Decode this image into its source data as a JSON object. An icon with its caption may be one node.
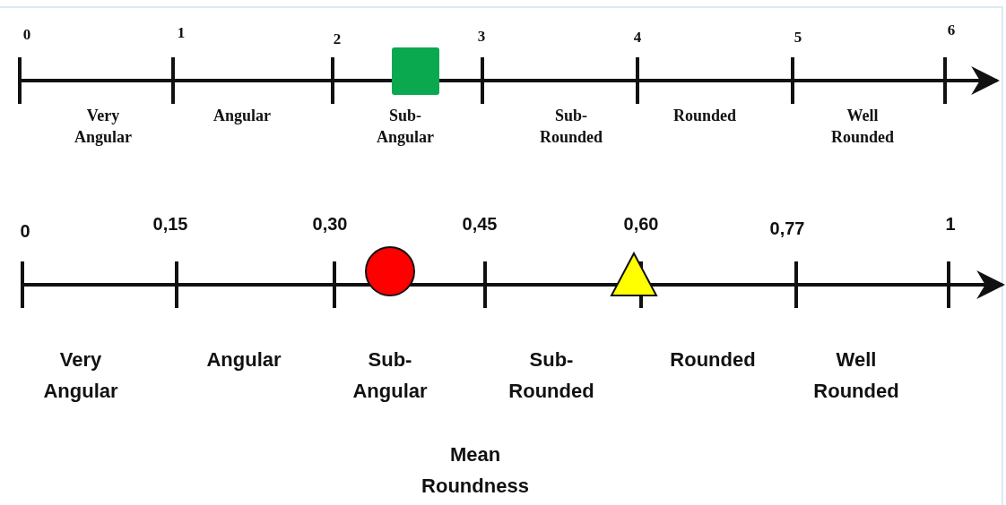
{
  "diagram": {
    "labels": [
      "0",
      "1",
      "2",
      "3",
      "4",
      "5",
      "6",
      "Very Angular",
      "Angular",
      "Sub- Angular",
      "Sub- Rounded",
      "Rounded",
      "Well Rounded",
      "0",
      "0,15",
      "0,30",
      "0,45",
      "0,60",
      "0,77",
      "1",
      "Very Angular",
      "Angular",
      "Sub- Angular",
      "Sub- Rounded",
      "Rounded",
      "Well Rounded",
      "Mean Roundness"
    ]
  }
}
